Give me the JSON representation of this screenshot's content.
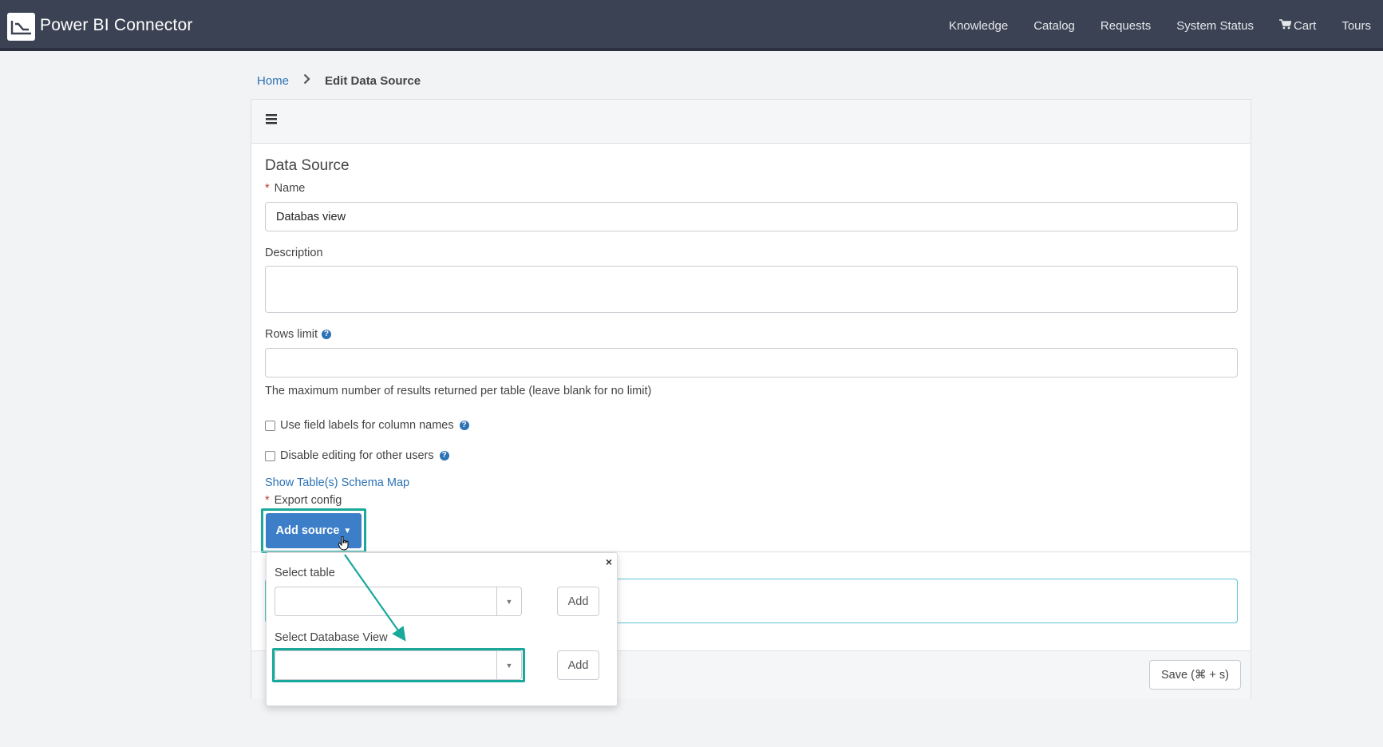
{
  "header": {
    "brand": "Power BI Connector",
    "nav": [
      {
        "label": "Knowledge"
      },
      {
        "label": "Catalog"
      },
      {
        "label": "Requests"
      },
      {
        "label": "System Status"
      },
      {
        "label": "Cart",
        "icon": "cart-icon"
      },
      {
        "label": "Tours"
      }
    ]
  },
  "breadcrumb": {
    "home": "Home",
    "current": "Edit Data Source"
  },
  "form": {
    "section_title": "Data Source",
    "required_marker": "*",
    "name_label": "Name",
    "name_value": "Databas view",
    "description_label": "Description",
    "rows_limit_label": "Rows limit",
    "rows_limit_help": "The maximum number of results returned per table (leave blank for no limit)",
    "use_field_labels": "Use field labels for column names",
    "disable_editing": "Disable editing for other users",
    "schema_map_link": "Show Table(s) Schema Map",
    "export_config_label": "Export config",
    "add_source_button": "Add source",
    "save_button": "Save (⌘ + s)"
  },
  "popover": {
    "close": "×",
    "select_table_label": "Select table",
    "select_db_view_label": "Select Database View",
    "add_label": "Add",
    "select_arrow": "▼"
  },
  "colors": {
    "header_bg": "#3a4253",
    "primary": "#3d7ec8",
    "highlight": "#1aa89a",
    "link": "#2d72b5"
  }
}
